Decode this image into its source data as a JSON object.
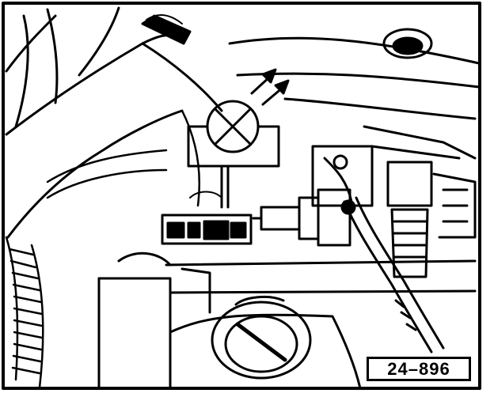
{
  "figure": {
    "number": "24–896"
  },
  "drawing": {
    "style": "black-and-white technical line drawing",
    "subject_parts": [
      "warning-lamp-symbol",
      "light-arrows",
      "electrical-connector",
      "sensor",
      "hose",
      "cable",
      "filler-cap",
      "bracket"
    ],
    "colors": {
      "ink": "#000000",
      "paper": "#ffffff"
    }
  }
}
